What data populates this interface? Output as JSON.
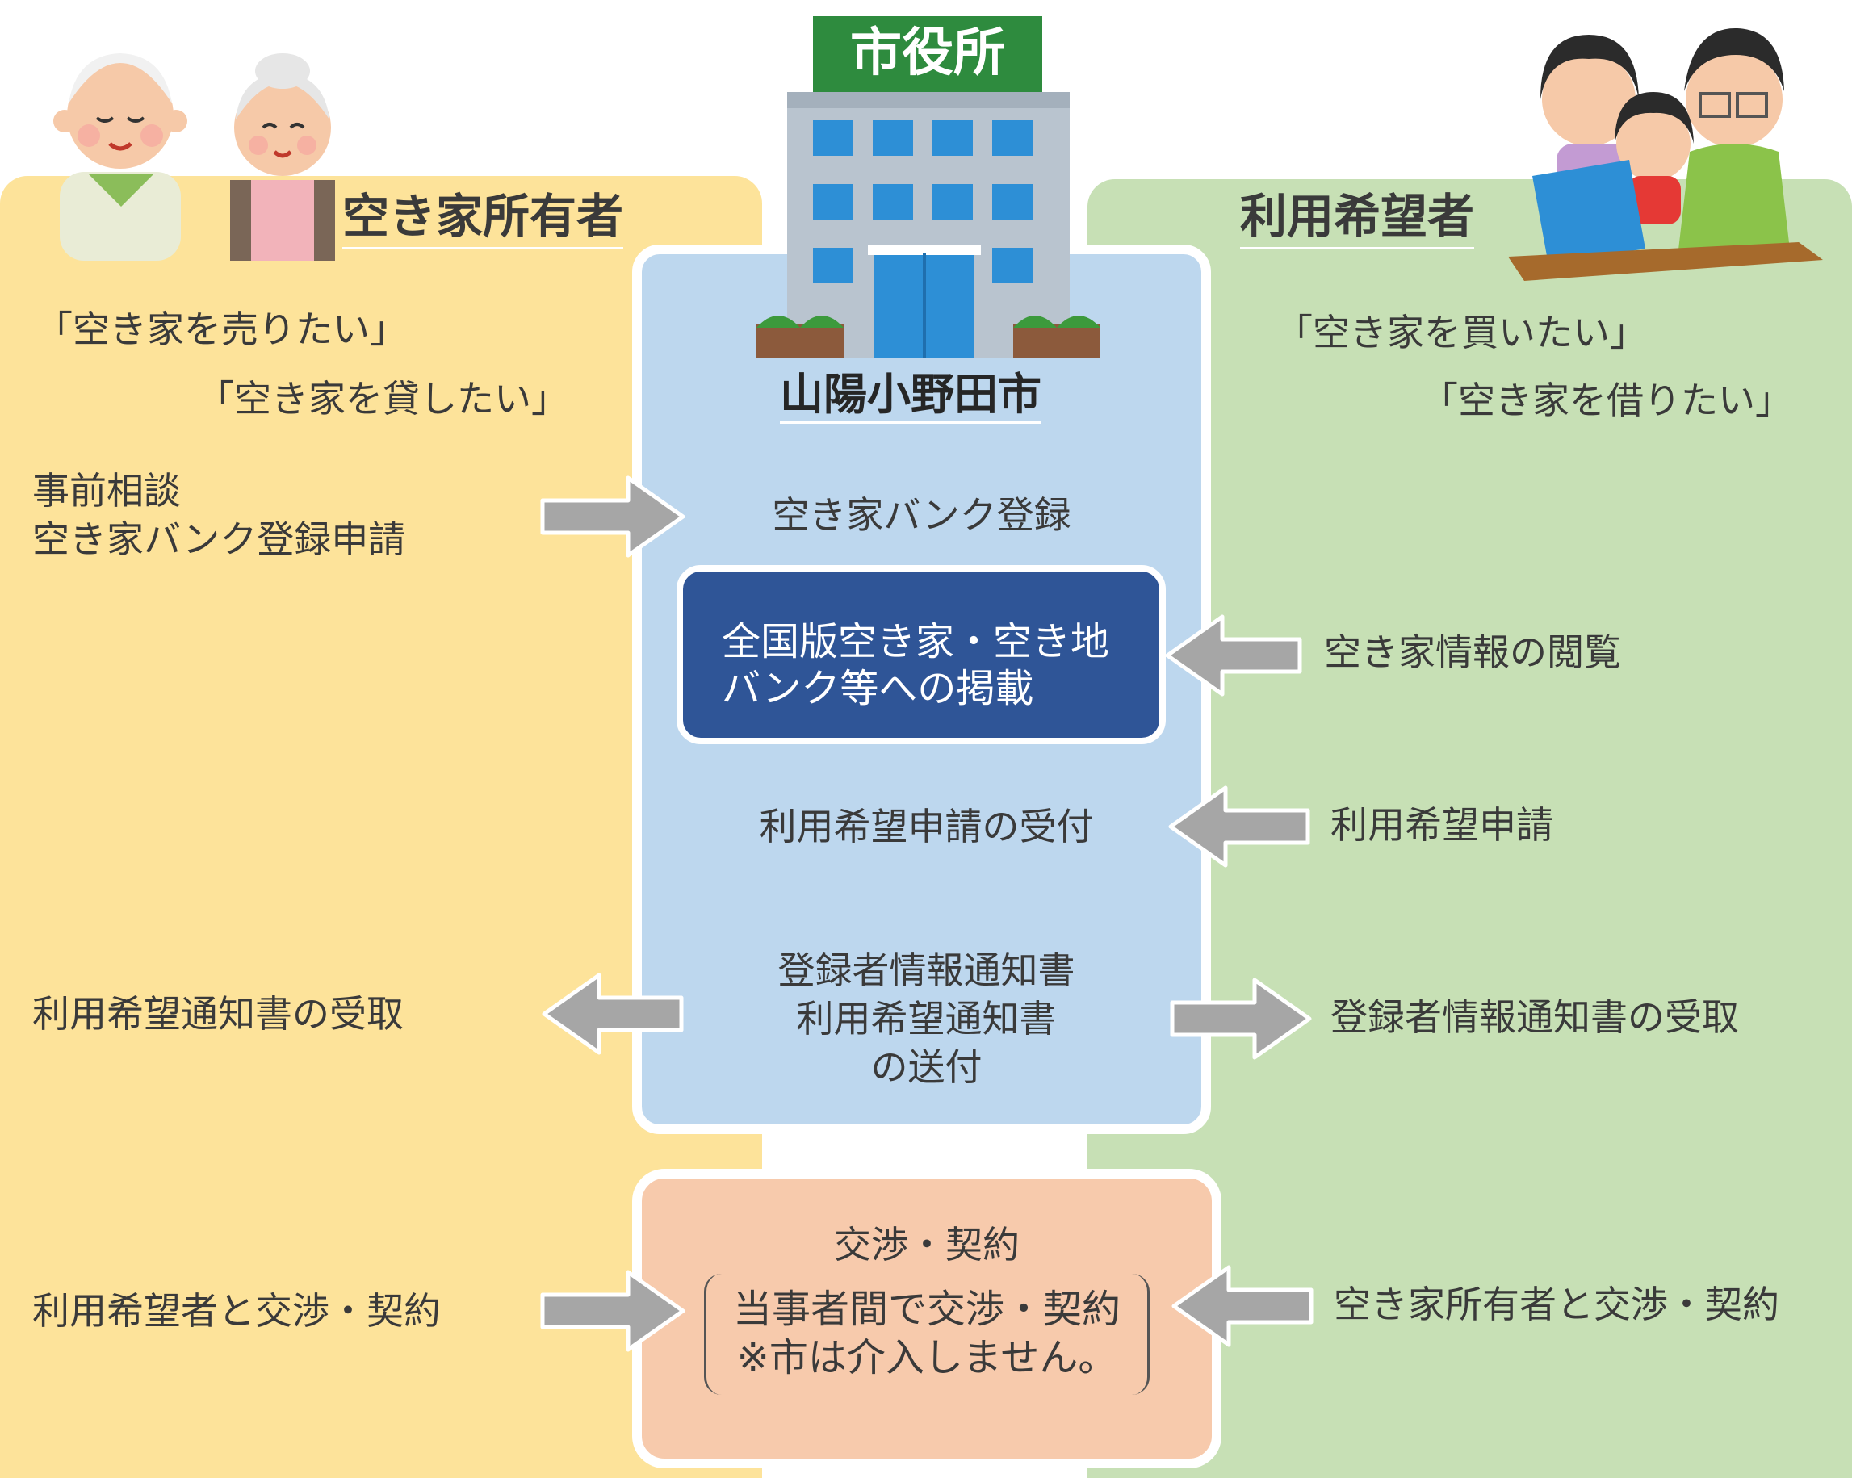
{
  "owner": {
    "title": "空き家所有者",
    "quotes": [
      "「空き家を売りたい」",
      "「空き家を貸したい」"
    ],
    "steps": {
      "consult": [
        "事前相談",
        "空き家バンク登録申請"
      ],
      "receive_notice": "利用希望通知書の受取",
      "negotiate": "利用希望者と交渉・契約"
    }
  },
  "city": {
    "building_sign": "市役所",
    "name": "山陽小野田市",
    "register": "空き家バンク登録",
    "bank": [
      "全国版空き家・空き地",
      "バンク等への掲載"
    ],
    "accept": "利用希望申請の受付",
    "send": [
      "登録者情報通知書",
      "利用希望通知書",
      "の送付"
    ]
  },
  "negotiation": {
    "title": "交渉・契約",
    "lines": [
      "当事者間で交渉・契約",
      "※市は介入しません。"
    ]
  },
  "user": {
    "title": "利用希望者",
    "quotes": [
      "「空き家を買いたい」",
      "「空き家を借りたい」"
    ],
    "steps": {
      "browse": "空き家情報の閲覧",
      "apply": "利用希望申請",
      "receive_notice": "登録者情報通知書の受取",
      "negotiate": "空き家所有者と交渉・契約"
    }
  },
  "colors": {
    "owner_panel": "#fde39a",
    "user_panel": "#c7e0b5",
    "city_panel": "#bdd7ee",
    "bank_box": "#2f5597",
    "negotiation_panel": "#f7caac",
    "arrow": "#a6a6a6"
  }
}
